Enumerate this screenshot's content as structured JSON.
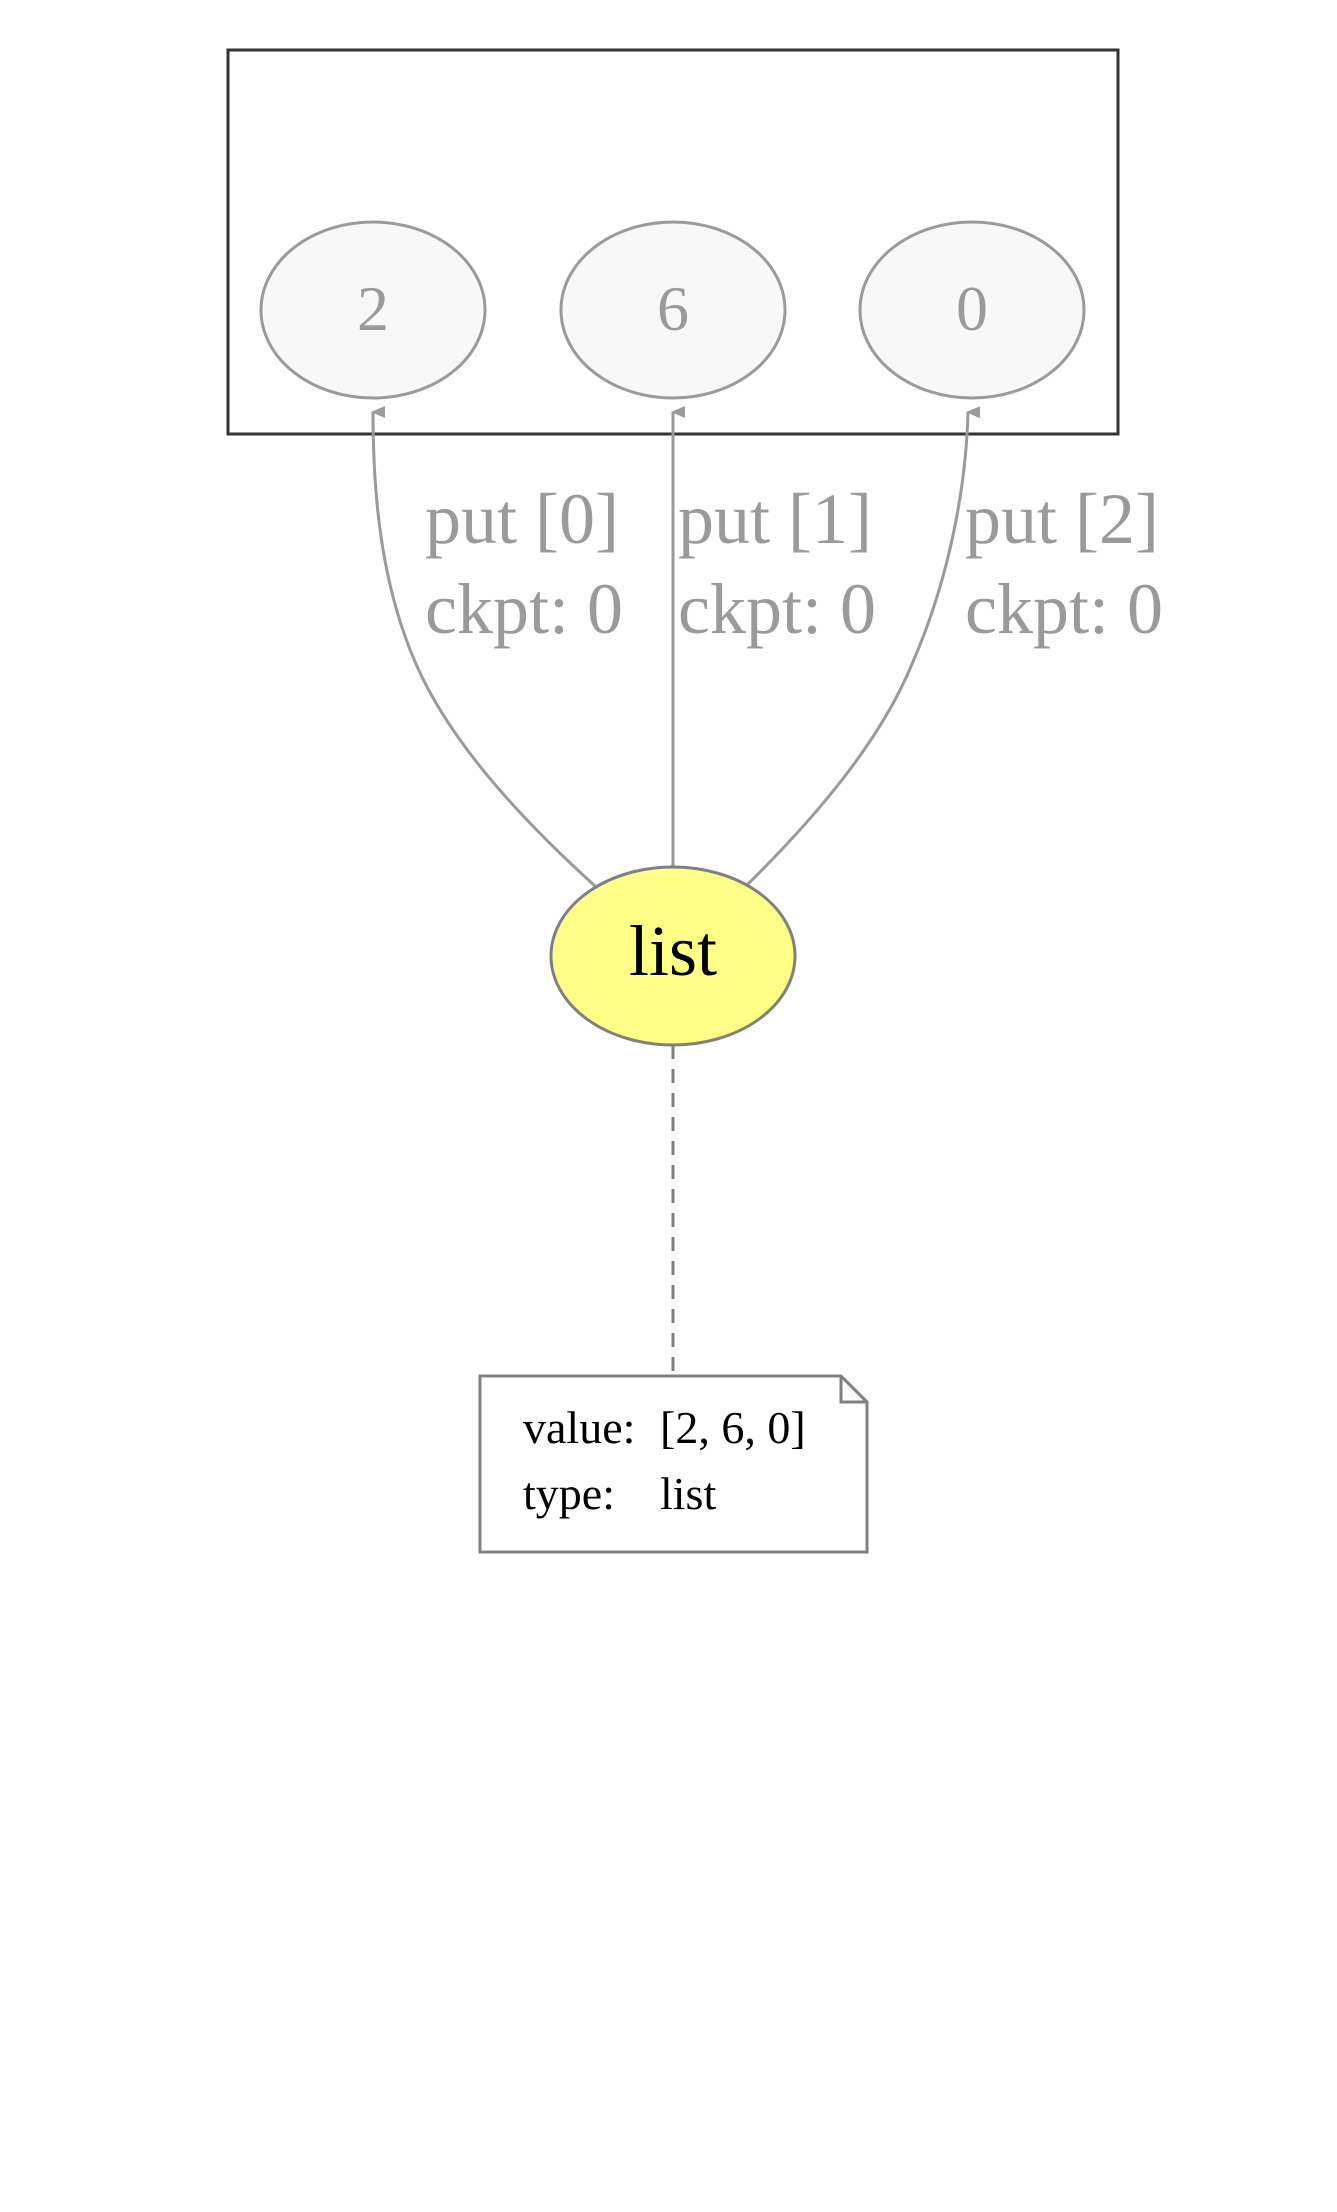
{
  "container": {
    "nodes": [
      {
        "id": "n2",
        "label": "2"
      },
      {
        "id": "n6",
        "label": "6"
      },
      {
        "id": "n0",
        "label": "0"
      }
    ]
  },
  "root_node": {
    "label": "list",
    "fill": "#ffff88"
  },
  "edges": [
    {
      "to": "n2",
      "line1": "put [0]",
      "line2": "ckpt: 0"
    },
    {
      "to": "n6",
      "line1": "put [1]",
      "line2": "ckpt: 0"
    },
    {
      "to": "n0",
      "line1": "put [2]",
      "line2": "ckpt: 0"
    }
  ],
  "note": {
    "value_key": "value:",
    "value_val": "[2, 6, 0]",
    "type_key": "type:",
    "type_val": "list"
  },
  "colors": {
    "grey_text": "#9a9a9a",
    "grey_stroke": "#9a9a9a",
    "box_stroke": "#333333",
    "node_fill": "#f8f8f8",
    "list_fill": "#ffff88",
    "note_stroke": "#808080"
  }
}
